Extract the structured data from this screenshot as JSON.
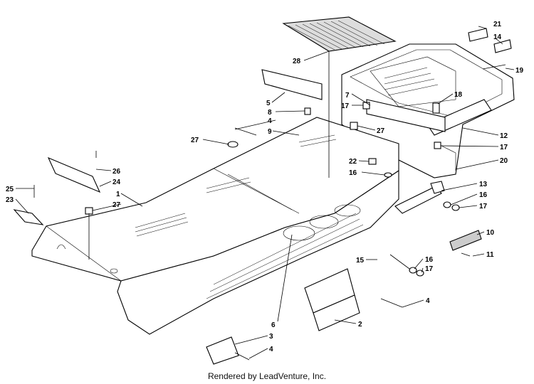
{
  "credit": "Rendered by LeadVenture, Inc.",
  "callouts": [
    {
      "id": "21",
      "text": "21"
    },
    {
      "id": "14",
      "text": "14"
    },
    {
      "id": "19",
      "text": "19"
    },
    {
      "id": "28",
      "text": "28"
    },
    {
      "id": "5",
      "text": "5"
    },
    {
      "id": "7",
      "text": "7"
    },
    {
      "id": "18",
      "text": "18"
    },
    {
      "id": "17a",
      "text": "17"
    },
    {
      "id": "8",
      "text": "8"
    },
    {
      "id": "4a",
      "text": "4"
    },
    {
      "id": "9",
      "text": "9"
    },
    {
      "id": "27a",
      "text": "27"
    },
    {
      "id": "27b",
      "text": "27"
    },
    {
      "id": "12",
      "text": "12"
    },
    {
      "id": "17b",
      "text": "17"
    },
    {
      "id": "20",
      "text": "20"
    },
    {
      "id": "22",
      "text": "22"
    },
    {
      "id": "16a",
      "text": "16"
    },
    {
      "id": "26",
      "text": "26"
    },
    {
      "id": "24",
      "text": "24"
    },
    {
      "id": "25",
      "text": "25"
    },
    {
      "id": "23",
      "text": "23"
    },
    {
      "id": "1",
      "text": "1"
    },
    {
      "id": "27c",
      "text": "27"
    },
    {
      "id": "13",
      "text": "13"
    },
    {
      "id": "16b",
      "text": "16"
    },
    {
      "id": "17c",
      "text": "17"
    },
    {
      "id": "10",
      "text": "10"
    },
    {
      "id": "11",
      "text": "11"
    },
    {
      "id": "15",
      "text": "15"
    },
    {
      "id": "16c",
      "text": "16"
    },
    {
      "id": "17d",
      "text": "17"
    },
    {
      "id": "4b",
      "text": "4"
    },
    {
      "id": "6",
      "text": "6"
    },
    {
      "id": "2",
      "text": "2"
    },
    {
      "id": "3",
      "text": "3"
    },
    {
      "id": "4c",
      "text": "4"
    }
  ]
}
